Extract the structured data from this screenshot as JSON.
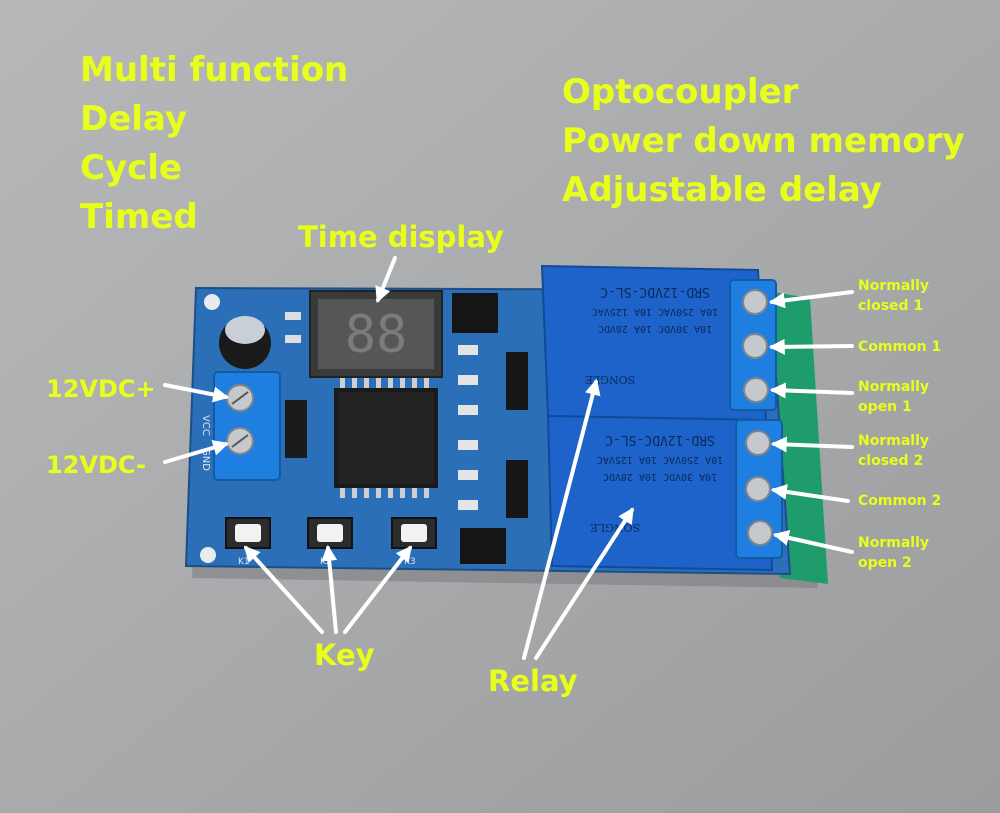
{
  "colors": {
    "label_yellow": "#e8ff1a",
    "board_blue": "#2a6fb7",
    "relay_blue": "#1d63c9",
    "terminal_blue": "#1f7fe0",
    "background_gray": "#a7a9ab",
    "arrow_white": "#ffffff"
  },
  "features_left": [
    "Multi function",
    "Delay",
    "Cycle",
    "Timed"
  ],
  "features_right": [
    "Optocoupler",
    "Power down memory",
    "Adjustable delay"
  ],
  "callouts": {
    "time_display": "Time display",
    "vcc_plus": "12VDC+",
    "vcc_minus": "12VDC-",
    "key": "Key",
    "relay": "Relay"
  },
  "pins": {
    "nc1": [
      "Normally",
      "closed 1"
    ],
    "com1": "Common 1",
    "no1": [
      "Normally",
      "open 1"
    ],
    "nc2": [
      "Normally",
      "closed 2"
    ],
    "com2": "Common 2",
    "no2": [
      "Normally",
      "open 2"
    ]
  },
  "relay_print": {
    "model": "SRD-12VDC-SL-C",
    "rating_line1": "10A 250VAC  10A 125VAC",
    "rating_line2": "10A 30VDC  10A 28VDC",
    "brand": "SONGLE"
  },
  "silkscreen": {
    "vcc": "VCC",
    "gnd": "GND",
    "key_names": [
      "K1",
      "K2",
      "K3"
    ]
  },
  "display_digits": "88"
}
